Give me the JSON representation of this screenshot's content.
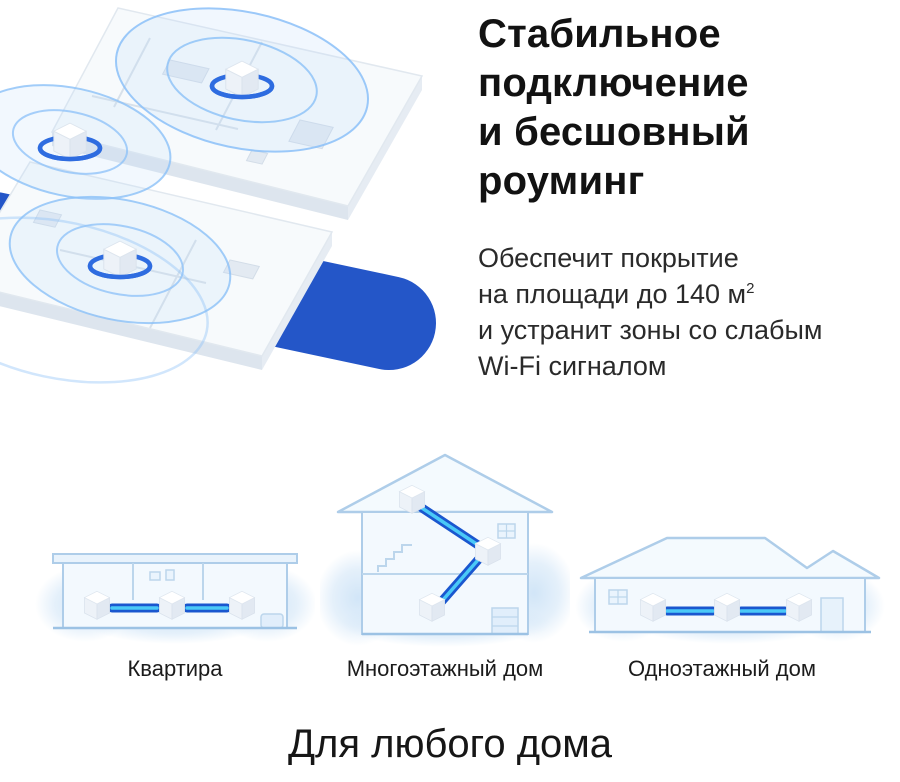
{
  "hero": {
    "heading_lines": [
      "Стабильное",
      "подключение",
      "и бесшовный",
      "роуминг"
    ],
    "body": {
      "line1": "Обеспечит покрытие",
      "line2": "на площади до 140 м",
      "line2_sup": "2",
      "line3": "и устранит зоны со слабым",
      "line4": "Wi-Fi сигналом"
    },
    "illustration": "isometric-apartment-floorplan-with-mesh-wifi-coverage",
    "mesh_nodes": 3
  },
  "home_types": {
    "items": [
      {
        "label": "Квартира",
        "illustration": "apartment-flat",
        "mesh_nodes": 3
      },
      {
        "label": "Многоэтажный дом",
        "illustration": "multi-story-house",
        "mesh_nodes": 3
      },
      {
        "label": "Одноэтажный дом",
        "illustration": "single-story-house",
        "mesh_nodes": 3
      }
    ]
  },
  "footer": {
    "title": "Для любого дома"
  },
  "colors": {
    "accent_swoosh_blue": "#2456c8",
    "node_ring_blue": "#2e6ce0",
    "link_blue": "#1a57cf",
    "link_cyan": "#4ac9f7",
    "wifi_circle": "#8bc0f8",
    "house_outline": "#aecde9",
    "house_fill": "#f3f9fe",
    "cloud": "#cfe4f7",
    "heading_text": "#121212",
    "body_text": "#2a2a2a"
  }
}
